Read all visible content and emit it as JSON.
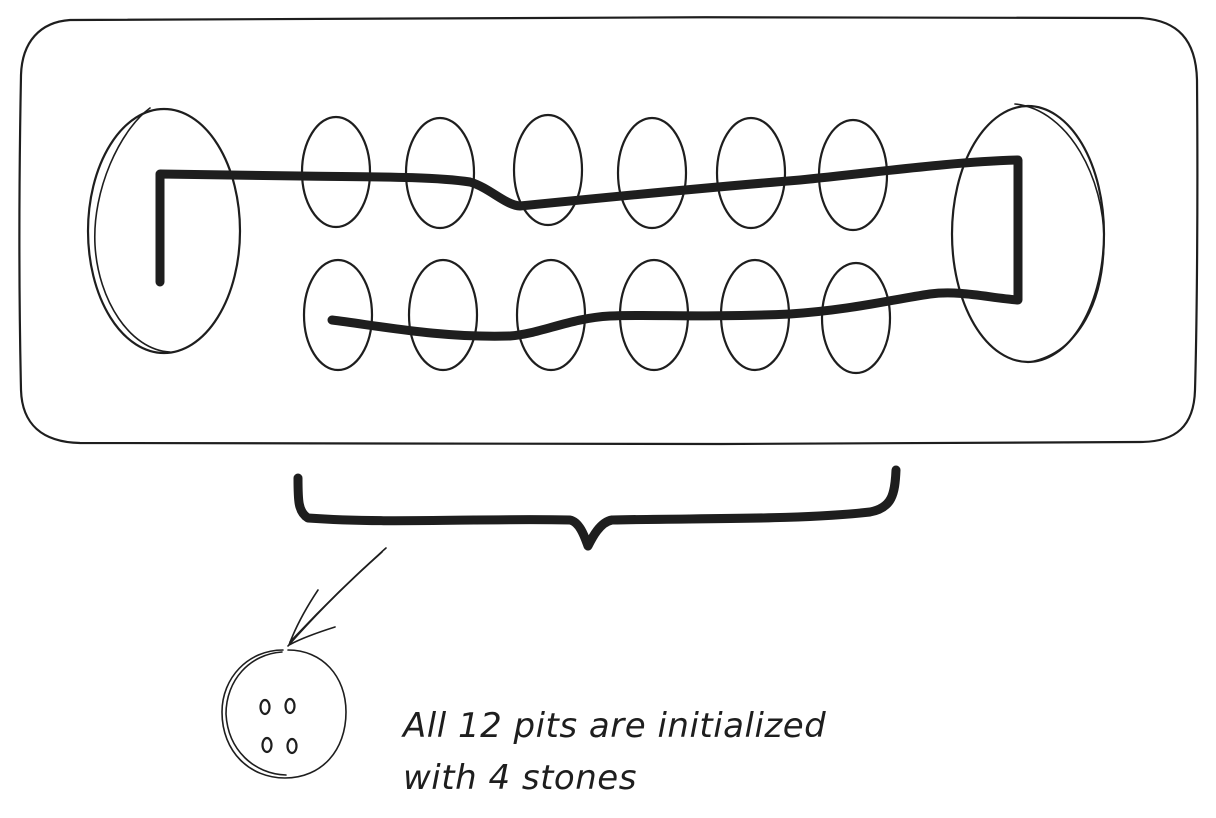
{
  "diagram": {
    "caption_line1": "All 12 pits are initialized",
    "caption_line2": "with 4 stones",
    "ink_color": "#1e1e1e",
    "background_color": "#ffffff",
    "elements": {
      "board": "mancala-board",
      "pits_top_row_count": 6,
      "pits_bottom_row_count": 6,
      "stores": [
        "left-store",
        "right-store"
      ],
      "stones_per_pit": 4
    }
  }
}
